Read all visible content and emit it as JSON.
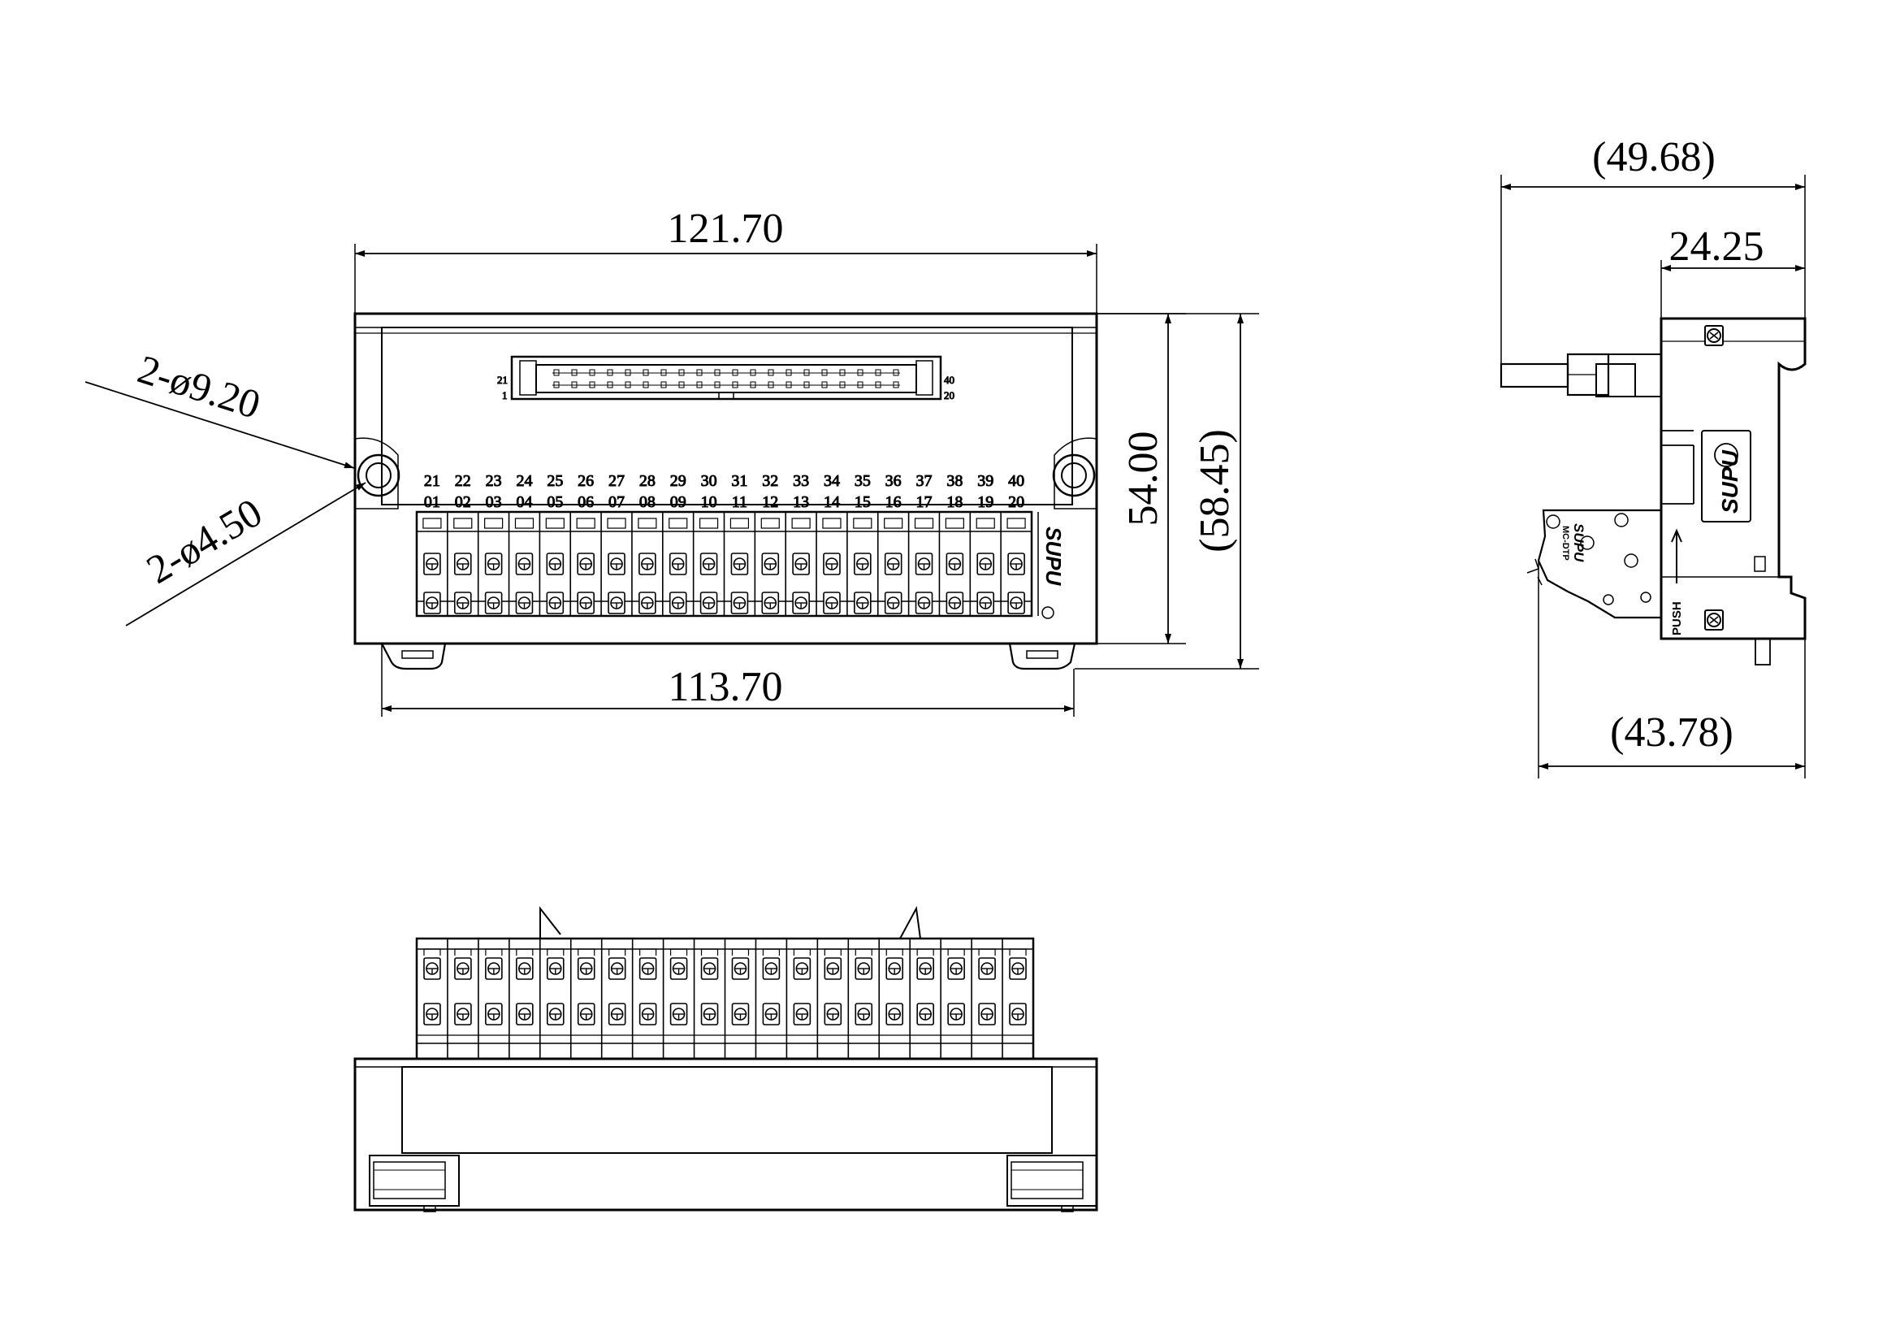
{
  "dimensions": {
    "overall_width": "121.70",
    "mount_pitch": "113.70",
    "body_height": "54.00",
    "overall_height": "(58.45)",
    "side_overall_depth": "(49.68)",
    "side_body_depth": "24.25",
    "side_base_depth": "(43.78)"
  },
  "callouts": {
    "large_hole": "2-ø9.20",
    "small_hole": "2-ø4.50"
  },
  "header": {
    "pin_21": "21",
    "pin_1": "1",
    "pin_40": "40",
    "pin_20": "20"
  },
  "terminals": {
    "top_row": [
      "21",
      "22",
      "23",
      "24",
      "25",
      "26",
      "27",
      "28",
      "29",
      "30",
      "31",
      "32",
      "33",
      "34",
      "35",
      "36",
      "37",
      "38",
      "39",
      "40"
    ],
    "bottom_row": [
      "01",
      "02",
      "03",
      "04",
      "05",
      "06",
      "07",
      "08",
      "09",
      "10",
      "11",
      "12",
      "13",
      "14",
      "15",
      "16",
      "17",
      "18",
      "19",
      "20"
    ]
  },
  "markings": {
    "brand": "SUPU",
    "push": "PUSH",
    "model": "MC-DTP"
  }
}
